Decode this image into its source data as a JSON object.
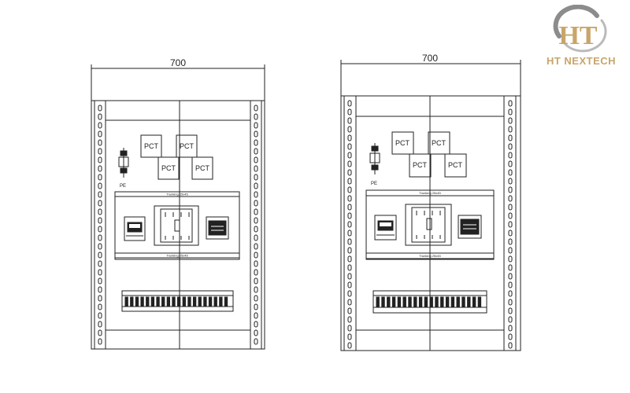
{
  "brand": {
    "name": "HT NEXTECH",
    "monogram": "HT",
    "colors": {
      "gold": "#c8a56a",
      "grey": "#8c8c8c"
    }
  },
  "panels": [
    {
      "width_label": "700",
      "pct_labels": [
        "PCT",
        "PCT",
        "PCT",
        "PCT"
      ],
      "pe_label": "PE",
      "trunking_top": "Trunking 25x45",
      "trunking_bottom": "Trunking 25x45"
    },
    {
      "width_label": "700",
      "pct_labels": [
        "PCT",
        "PCT",
        "PCT",
        "PCT"
      ],
      "pe_label": "PE",
      "trunking_top": "Trunking 25x45",
      "trunking_bottom": "Trunking 25x45"
    }
  ],
  "line_color": "#222222"
}
